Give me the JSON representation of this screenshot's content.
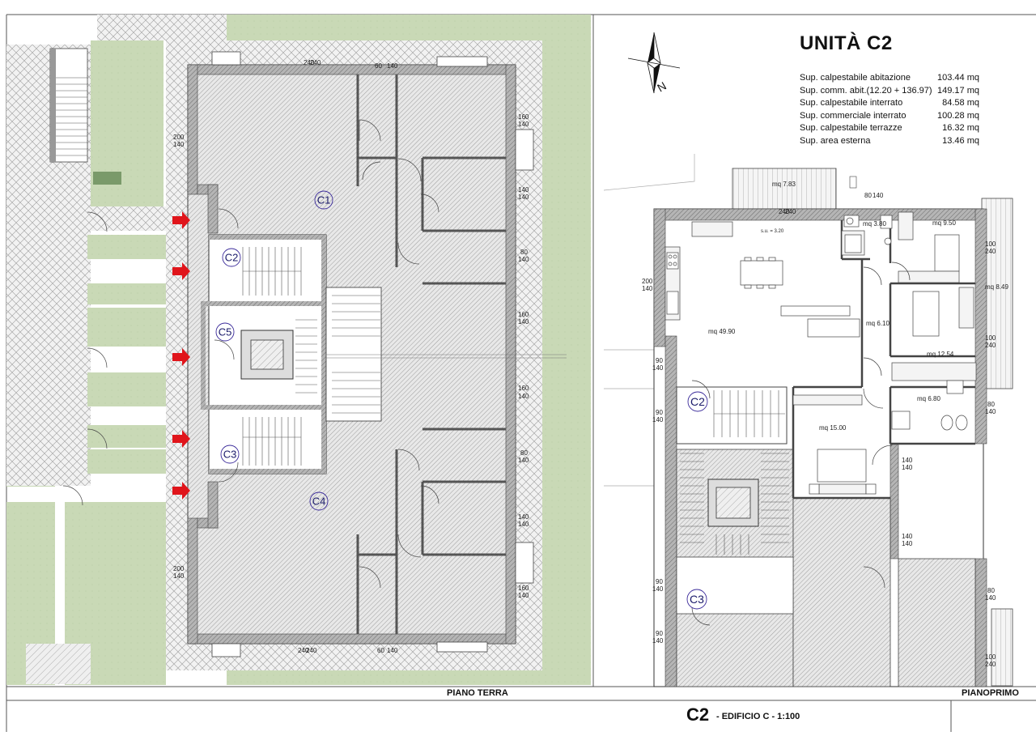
{
  "unit": {
    "title": "UNITÀ C2",
    "areas": [
      {
        "label": "Sup. calpestabile abitazione",
        "value": "103.44 mq"
      },
      {
        "label": "Sup. comm. abit.(12.20 + 136.97)",
        "value": "149.17 mq"
      },
      {
        "label": "Sup. calpestabile interrato",
        "value": "84.58 mq"
      },
      {
        "label": "Sup. commerciale interrato",
        "value": "100.28 mq"
      },
      {
        "label": "Sup. calpestabile terrazze",
        "value": "16.32 mq"
      },
      {
        "label": "Sup. area esterna",
        "value": "13.46 mq"
      }
    ]
  },
  "floors": {
    "ground": "PIANO TERRA",
    "first": "PIANOPRIMO"
  },
  "footer": {
    "code": "C2",
    "subtitle": "- EDIFICIO C - 1:100"
  },
  "north_label": "N",
  "ground_units": [
    "C1",
    "C2",
    "C5",
    "C3",
    "C4"
  ],
  "first_units": [
    "C2",
    "C3"
  ],
  "rooms": {
    "living": "mq 49.90",
    "terrace_top": "mq 7.83",
    "bath_small": "mq 3.80",
    "kitchen_label": "s.u. = 3.20",
    "bed1": "mq 9.50",
    "terrace_right": "mq 8.49",
    "hall": "mq 6.10",
    "bed2": "mq 12.54",
    "bath2": "mq 6.80",
    "master": "mq 15.00"
  },
  "dims": {
    "d240": "240",
    "d160": "160",
    "d140": "140",
    "d200": "200",
    "d90": "90",
    "d80": "80",
    "d60": "60",
    "d100": "100"
  },
  "colors": {
    "garden": "#c9d9b6",
    "hatch": "#8a8a8a",
    "wall": "#8c8c8c",
    "arrow": "#e0151b",
    "unit_circle": "#3a2a9a"
  }
}
